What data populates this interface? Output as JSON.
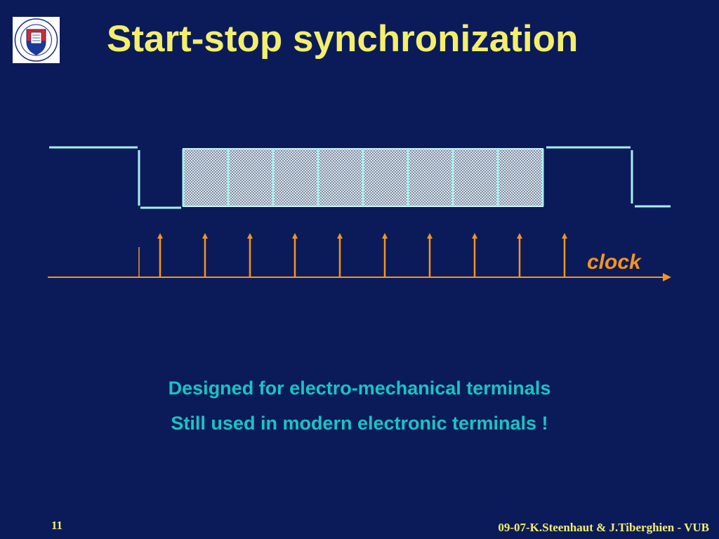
{
  "slide": {
    "title": "Start-stop synchronization",
    "clock_label": "clock",
    "notes": [
      "Designed for electro-mechanical terminals",
      "Still used in modern electronic terminals !"
    ],
    "slide_number": "11",
    "footer": "09-07-K.Steenhaut & J.Tiberghien - VUB"
  },
  "logo": {
    "name": "VUB seal"
  },
  "colors": {
    "background": "#0b1b5a",
    "title": "#f3ef6b",
    "signal": "#a8f0f0",
    "clock": "#f7941d",
    "notes": "#19c4c4"
  }
}
